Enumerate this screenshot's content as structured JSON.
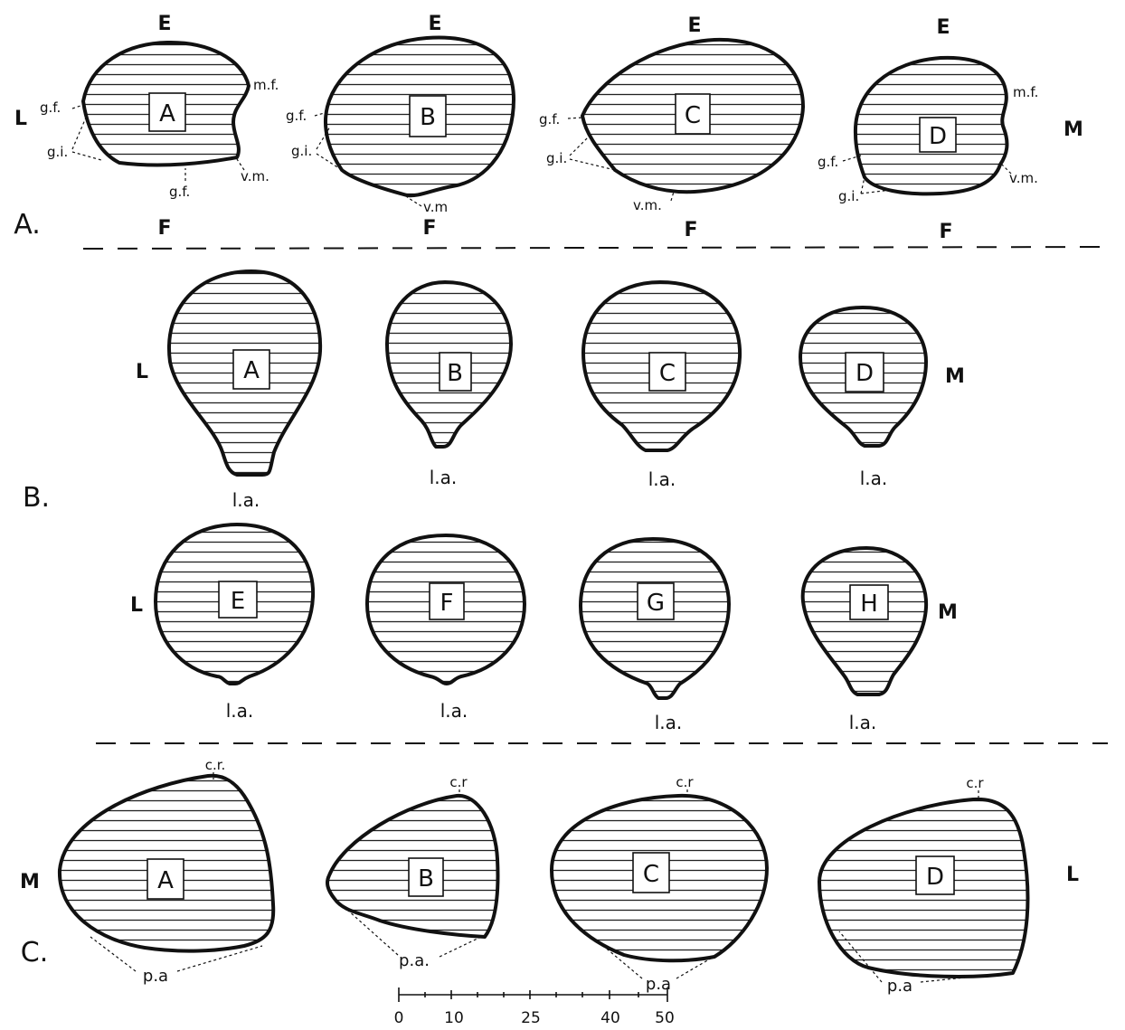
{
  "rowA": {
    "row_label": "A.",
    "top_label": "E",
    "bottom_label": "F",
    "left_label": "L",
    "right_label": "M",
    "sections": [
      "A",
      "B",
      "C",
      "D"
    ],
    "annotations": {
      "gf": "g.f.",
      "gi": "g.i.",
      "mf": "m.f.",
      "vm": "v.m.",
      "vm_short": "v.m",
      "vm_dot": "v.m."
    }
  },
  "rowB": {
    "row_label": "B.",
    "left_label": "L",
    "right_label": "M",
    "sections_top": [
      "A",
      "B",
      "C",
      "D"
    ],
    "sections_bottom": [
      "E",
      "F",
      "G",
      "H"
    ],
    "la": "l.a."
  },
  "rowC": {
    "row_label": "C.",
    "left_label": "M",
    "right_label": "L",
    "sections": [
      "A",
      "B",
      "C",
      "D"
    ],
    "cr": "c.r.",
    "cr_short": "c.r",
    "pa": "p.a",
    "pa_dot": "p.a."
  },
  "scale": {
    "ticks": [
      "0",
      "10",
      "25",
      "40",
      "50"
    ]
  }
}
